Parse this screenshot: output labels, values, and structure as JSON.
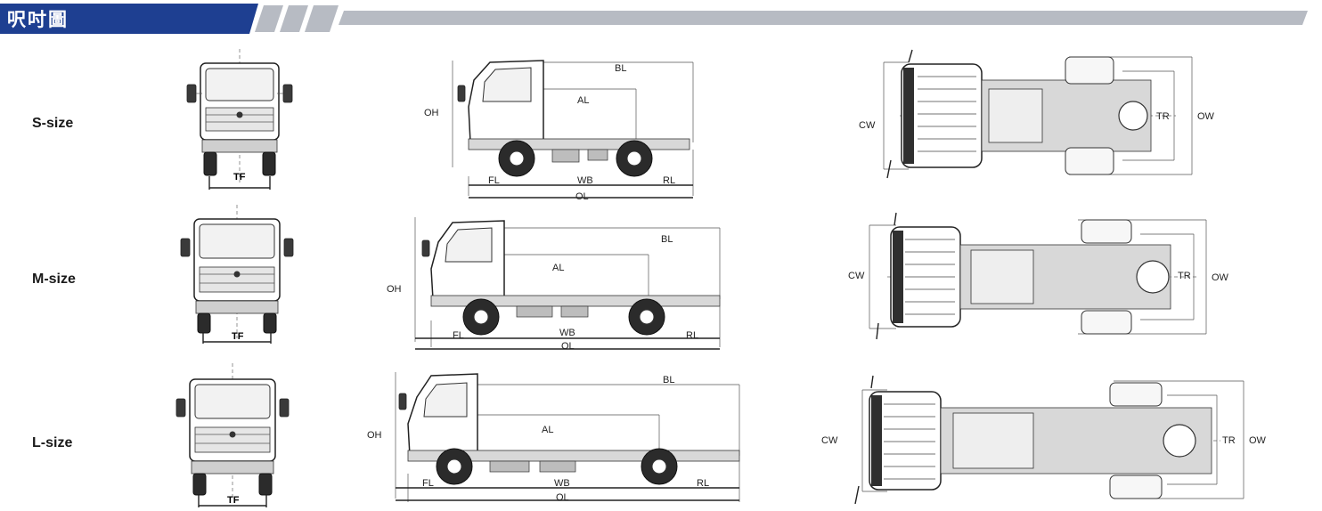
{
  "header": {
    "title": "呎吋圖",
    "colors": {
      "title_bar": "#1e3f91",
      "stripe": "#b7bbc3",
      "dim_line": "#222222"
    }
  },
  "rows": [
    {
      "label": "S-size",
      "front_view": {
        "labels": {
          "tf": "TF"
        }
      },
      "side_view": {
        "labels": {
          "oh": "OH",
          "bl": "BL",
          "al": "AL",
          "fl": "FL",
          "wb": "WB",
          "rl": "RL",
          "ol": "OL"
        }
      },
      "top_view": {
        "labels": {
          "cw": "CW",
          "tr": "TR",
          "ow": "OW"
        }
      }
    },
    {
      "label": "M-size",
      "front_view": {
        "labels": {
          "tf": "TF"
        }
      },
      "side_view": {
        "labels": {
          "oh": "OH",
          "bl": "BL",
          "al": "AL",
          "fl": "FL",
          "wb": "WB",
          "rl": "RL",
          "ol": "OL"
        }
      },
      "top_view": {
        "labels": {
          "cw": "CW",
          "tr": "TR",
          "ow": "OW"
        }
      }
    },
    {
      "label": "L-size",
      "front_view": {
        "labels": {
          "tf": "TF"
        }
      },
      "side_view": {
        "labels": {
          "oh": "OH",
          "bl": "BL",
          "al": "AL",
          "fl": "FL",
          "wb": "WB",
          "rl": "RL",
          "ol": "OL"
        }
      },
      "top_view": {
        "labels": {
          "cw": "CW",
          "tr": "TR",
          "ow": "OW"
        }
      }
    }
  ]
}
